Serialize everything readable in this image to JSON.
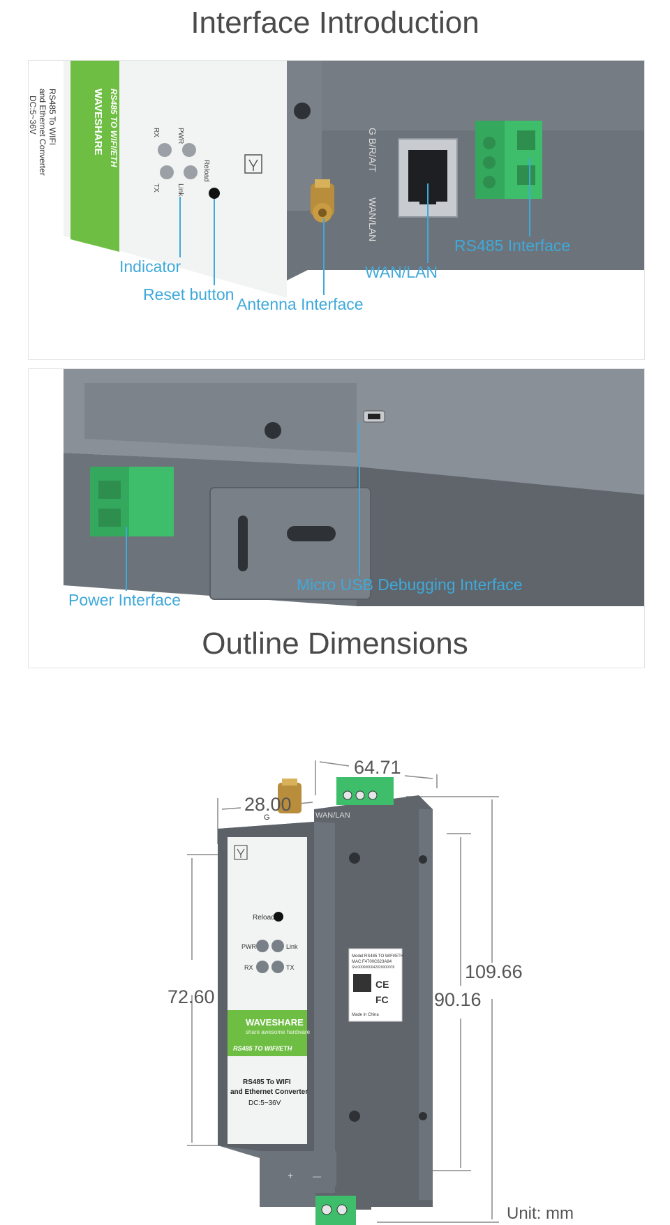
{
  "sections": {
    "interface_title": "Interface Introduction",
    "outline_title": "Outline Dimensions"
  },
  "panel1": {
    "callouts": {
      "indicator": "Indicator",
      "reset": "Reset button",
      "antenna": "Antenna Interface",
      "wanlan": "WAN/LAN",
      "rs485": "RS485 Interface"
    },
    "device": {
      "brand": "WAVESHARE",
      "model": "RS485 TO WIFI/ETH",
      "desc1": "RS485 To WIFI",
      "desc2": "and Ethernet Converter",
      "power": "DC:5~36V",
      "pwr": "PWR",
      "link": "Link",
      "rx": "RX",
      "tx": "TX",
      "reload": "Reload",
      "port_label": "G B/R/A/T",
      "wan_label": "WAN/LAN"
    }
  },
  "panel2": {
    "callouts": {
      "power": "Power Interface",
      "usb": "Micro USB Debugging Interface"
    }
  },
  "dimensions": {
    "width_top": "64.71",
    "width_side": "28.00",
    "height_total": "109.66",
    "height_body": "90.16",
    "height_front": "72.60",
    "unit": "Unit: mm",
    "device": {
      "brand": "WAVESHARE",
      "tagline": "share awesome hardware",
      "model": "RS485 TO WIFI/ETH",
      "desc1": "RS485 To WIFI",
      "desc2": "and Ethernet Converter",
      "power": "DC:5~36V",
      "reload": "Reload",
      "pwr": "PWR",
      "link": "Link",
      "rx": "RX",
      "tx": "TX",
      "g": "G",
      "wan": "WAN/LAN",
      "plus": "+",
      "minus": "—",
      "label_model": "Model:RS485 TO WIFI/ETH",
      "label_mac": "MAC:F4700C623A84",
      "label_sn": "SN:0000000042020000078",
      "label_made": "Made in China"
    }
  },
  "colors": {
    "accent": "#3fa9d9",
    "body_gray": "#6b7178",
    "terminal_green": "#3ebd6a",
    "brand_green": "#6fbe44"
  }
}
